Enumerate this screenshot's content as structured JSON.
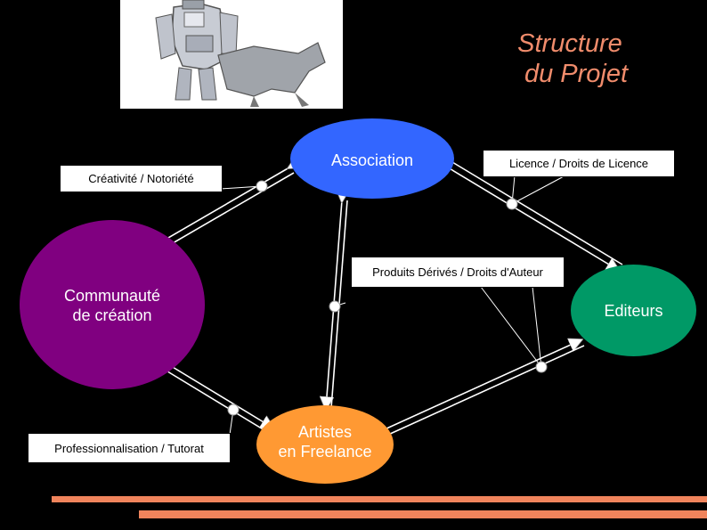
{
  "title": {
    "line1": "Structure",
    "line2": "du Projet"
  },
  "colors": {
    "background": "#000000",
    "title": "#F08C6C",
    "association": "#3366FF",
    "communaute": "#800080",
    "editeurs": "#009966",
    "artistes": "#FF9933",
    "bars": "#F0845C"
  },
  "nodes": {
    "association": "Association",
    "communaute": [
      "Communauté",
      "de création"
    ],
    "editeurs": "Editeurs",
    "artistes": [
      "Artistes",
      "en Freelance"
    ]
  },
  "labels": {
    "creativite": "Créativité / Notoriété",
    "licence": "Licence / Droits de Licence",
    "produits": "Produits Dérivés / Droits d'Auteur",
    "professionnalisation": "Professionnalisation / Tutorat"
  },
  "icons": {
    "robot": "robot-centaur-icon"
  }
}
